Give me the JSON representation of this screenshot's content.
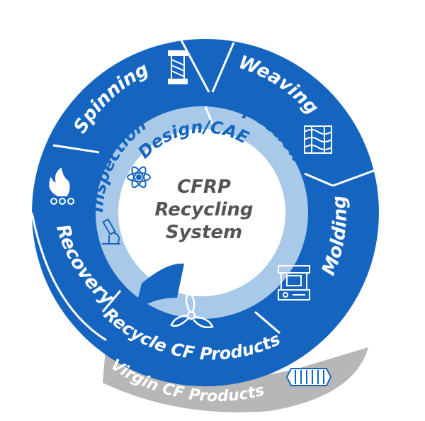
{
  "center": {
    "line1": "CFRP",
    "line2": "Recycling",
    "line3": "System"
  },
  "outer_segments": {
    "spinning": "Spinning",
    "weaving": "Weaving",
    "molding": "Molding",
    "recycle": "Recycle CF Products",
    "recovery": "Recovery"
  },
  "inner_ring": {
    "inspection_left": "Inspection",
    "inspection_top": "Inspection",
    "design": "Design/CAE"
  },
  "tail": {
    "label": "Virgin CF Products"
  },
  "colors": {
    "primary": "#1565c0",
    "inner_ring": "#a9c9e8",
    "inner_text": "#1565c0",
    "tail": "#b7b7b7",
    "segment_lines": "#ffffff",
    "center_text": "#555555"
  },
  "icons": {
    "spinning": "spool-icon",
    "weaving": "woven-fabric-icon",
    "molding": "molding-machine-icon",
    "recycle": "propeller-icon",
    "recovery": "fire-icon",
    "inspection": "microscope-icon",
    "design": "atom-icon",
    "virgin": "fiber-bundle-icon"
  }
}
